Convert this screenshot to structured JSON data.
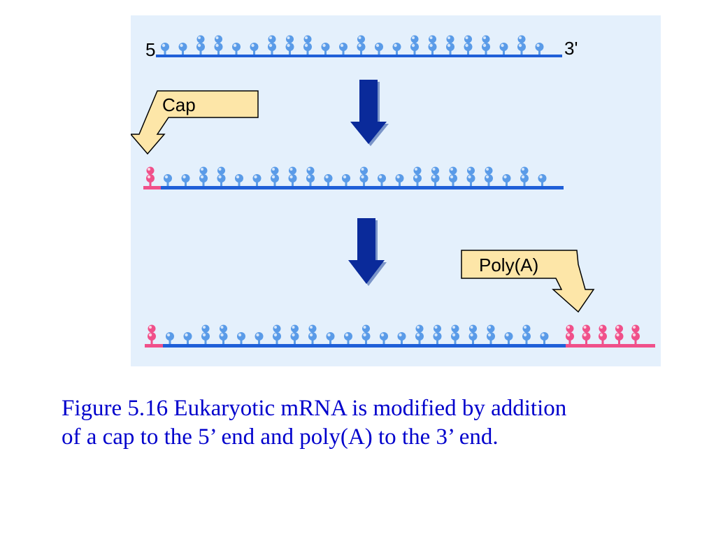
{
  "strand_labels": {
    "five_prime": "5",
    "three_prime": "3'"
  },
  "callouts": {
    "cap": "Cap",
    "polya": "Poly(A)"
  },
  "caption": {
    "line1": "Figure 5.16 Eukaryotic mRNA is modified by addition",
    "line2": "of a cap to the 5’ end and poly(A) to the 3’ end."
  },
  "colors": {
    "panel_bg": "#e4f0fc",
    "strand": "#1f5fd8",
    "nucleotide": "#5a9be8",
    "cap_polya": "#f0508a",
    "arrow": "#0a2a9a",
    "callout_fill": "#fde6a8",
    "caption_text": "#0000cc"
  },
  "stage1": {
    "nucleotides": [
      1,
      1,
      2,
      2,
      1,
      1,
      2,
      2,
      2,
      1,
      1,
      2,
      1,
      1,
      2,
      2,
      2,
      2,
      2,
      1,
      2,
      1
    ]
  },
  "stage2": {
    "cap_nucleotides": [
      2
    ],
    "nucleotides": [
      1,
      1,
      2,
      2,
      1,
      1,
      2,
      2,
      2,
      1,
      1,
      2,
      1,
      1,
      2,
      2,
      2,
      2,
      2,
      1,
      2,
      1
    ]
  },
  "stage3": {
    "cap_nucleotides": [
      2
    ],
    "nucleotides": [
      1,
      1,
      2,
      2,
      1,
      1,
      2,
      2,
      2,
      1,
      1,
      2,
      1,
      1,
      2,
      2,
      2,
      2,
      2,
      1,
      2,
      1
    ],
    "polya_nucleotides": [
      2,
      2,
      2,
      2,
      2
    ]
  }
}
